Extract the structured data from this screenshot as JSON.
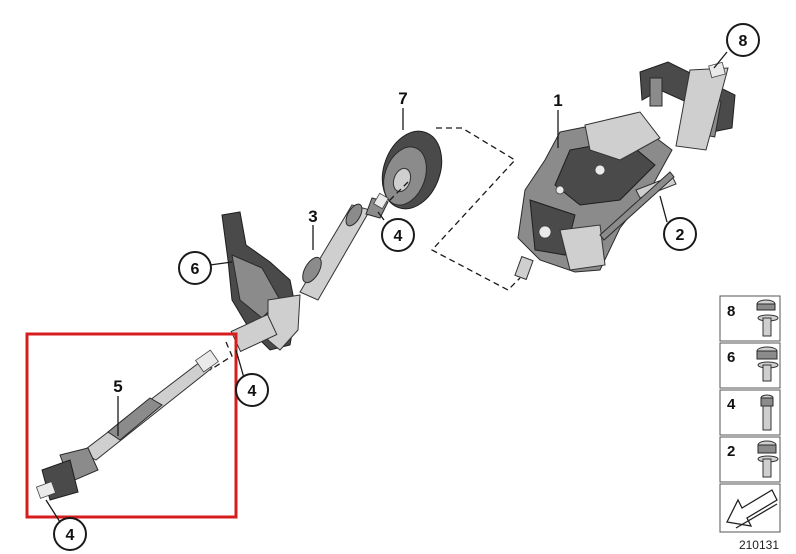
{
  "callouts": {
    "c1": "1",
    "c2": "2",
    "c3": "3",
    "c4a": "4",
    "c4b": "4",
    "c4c": "4",
    "c5": "5",
    "c6": "6",
    "c7": "7",
    "c8": "8"
  },
  "legend": [
    "8",
    "6",
    "4",
    "2"
  ],
  "reference_number": "210131",
  "colors": {
    "highlight_box": "#d61c1c"
  }
}
